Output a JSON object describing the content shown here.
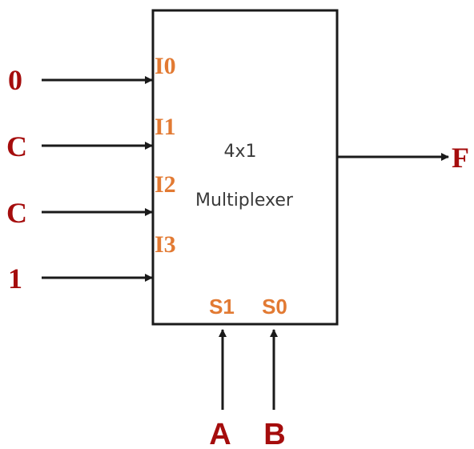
{
  "colors": {
    "input_label": "#a50d0d",
    "port_label": "#e27a33",
    "line": "#1a1a1a",
    "block_text": "#3a3a3a"
  },
  "block": {
    "title_line1": "4x1",
    "title_line2": "Multiplexer"
  },
  "data_inputs": [
    {
      "value": "0",
      "port": "I0"
    },
    {
      "value": "C",
      "port": "I1"
    },
    {
      "value": "C",
      "port": "I2"
    },
    {
      "value": "1",
      "port": "I3"
    }
  ],
  "select_inputs": [
    {
      "port": "S1",
      "signal": "A"
    },
    {
      "port": "S0",
      "signal": "B"
    }
  ],
  "output": {
    "label": "F"
  }
}
